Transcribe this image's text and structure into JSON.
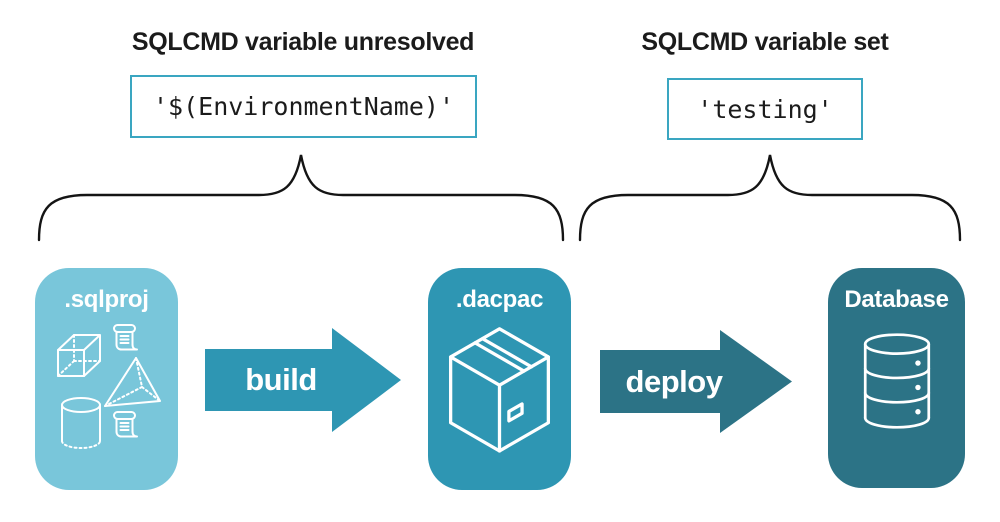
{
  "palette": {
    "background": "#FFFFFF",
    "ink": "#1B1B1B",
    "brace_stroke": "#141414",
    "light_blue": "#79C6DA",
    "mid_teal": "#2E96B3",
    "dark_teal": "#2C7386",
    "code_border": "#3AA6C1"
  },
  "annotations": {
    "left": {
      "title": "SQLCMD variable unresolved",
      "code": "'$(EnvironmentName)'"
    },
    "right": {
      "title": "SQLCMD variable set",
      "code": "'testing'"
    }
  },
  "pipeline": {
    "stages": [
      {
        "id": "sqlproj",
        "label": ".sqlproj",
        "icons": [
          "cube-icon",
          "scroll-icon",
          "pyramid-icon",
          "cylinder-icon",
          "scroll-icon"
        ]
      },
      {
        "id": "dacpac",
        "label": ".dacpac",
        "icons": [
          "package-box-icon"
        ]
      },
      {
        "id": "database",
        "label": "Database",
        "icons": [
          "database-cylinder-icon"
        ]
      }
    ],
    "arrows": [
      {
        "id": "build",
        "label": "build"
      },
      {
        "id": "deploy",
        "label": "deploy"
      }
    ]
  }
}
